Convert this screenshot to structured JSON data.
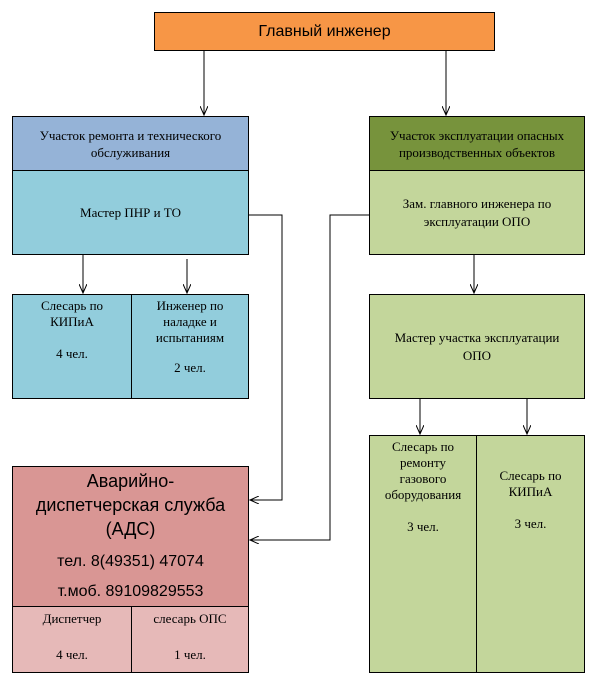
{
  "chief": {
    "title": "Главный инженер"
  },
  "left": {
    "head": "Участок  ремонта и технического обслуживания",
    "master": "Мастер ПНР и  ТО",
    "fitter": {
      "name": "Слесарь по КИПиА",
      "count": "4 чел."
    },
    "engineer": {
      "name": "Инженер по наладке и испытаниям",
      "count": "2 чел."
    }
  },
  "ads": {
    "title": "Аварийно-диспетчерская служба  (АДС)",
    "phone": "тел. 8(49351) 47074",
    "mobile": "т.моб. 89109829553",
    "dispatcher": {
      "name": "Диспетчер",
      "count": "4 чел."
    },
    "ops_fitter": {
      "name": "слесарь ОПС",
      "count": "1 чел."
    }
  },
  "right": {
    "head": "Участок эксплуатации опасных производственных объектов",
    "deputy": "Зам. главного инженера по эксплуатации ОПО",
    "master": "Мастер участка эксплуатации ОПО",
    "gas_fitter": {
      "name": "Слесарь по ремонту газового оборудования",
      "count": "3 чел."
    },
    "kip_fitter": {
      "name": "Слесарь по КИПиА",
      "count": "3 чел."
    }
  },
  "colors": {
    "chief": "#F79646",
    "left_head": "#95B3D7",
    "left_body": "#92CDDC",
    "ads": "#D99694",
    "ads_sub": "#E6B9B8",
    "right_head": "#77933C",
    "right_body": "#C3D69B"
  }
}
